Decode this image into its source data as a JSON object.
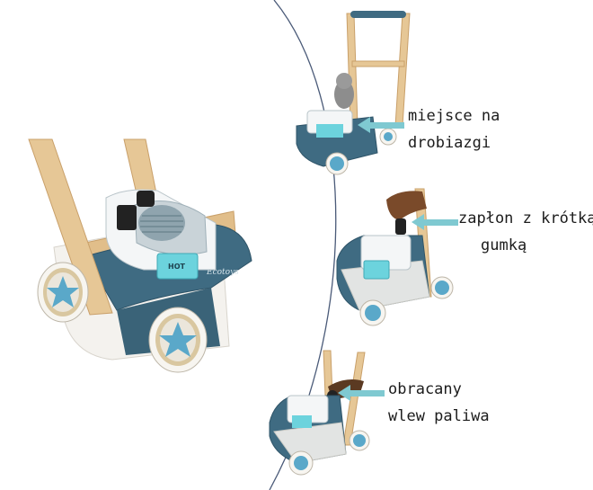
{
  "callouts": [
    {
      "lines": [
        "miejsce na",
        "drobiazgi"
      ]
    },
    {
      "lines": [
        "zapłon z krótką",
        "gumką"
      ]
    },
    {
      "lines": [
        "obracany",
        "wlew paliwa"
      ]
    }
  ],
  "engine_label": "HOT",
  "colors": {
    "wood": "#e6c796",
    "wood_dark": "#c9a06a",
    "deck": "#3f6b82",
    "deck_dark": "#2f5468",
    "engine_white": "#f4f6f7",
    "engine_grey": "#c9d3d8",
    "accent_teal": "#6cd3dd",
    "arrow": "#7fc9d1",
    "circle_line": "#4a5a78",
    "wheel_white": "#f7f5f0",
    "star": "#5aa8c9"
  }
}
